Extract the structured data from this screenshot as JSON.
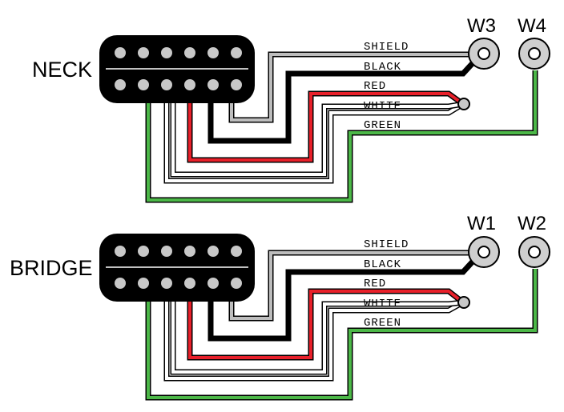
{
  "diagram": {
    "pickups": [
      {
        "label": "NECK",
        "terminals": [
          "W3",
          "W4"
        ],
        "wire_labels": [
          "SHIELD",
          "BLACK",
          "RED",
          "WHITE",
          "GREEN"
        ]
      },
      {
        "label": "BRIDGE",
        "terminals": [
          "W1",
          "W2"
        ],
        "wire_labels": [
          "SHIELD",
          "BLACK",
          "RED",
          "WHITE",
          "GREEN"
        ]
      }
    ],
    "colors": {
      "shield": "#bdbdbd",
      "black": "#000000",
      "red": "#e8202a",
      "white": "#ffffff",
      "green": "#4cb848",
      "pickup_body": "#000000",
      "pole": "#c8c8c8",
      "terminal": "#cfcfcf"
    }
  }
}
